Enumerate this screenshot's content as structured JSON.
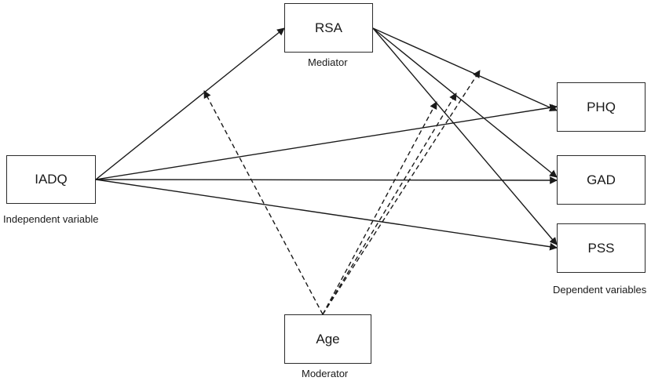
{
  "nodes": {
    "rsa": "RSA",
    "iadq": "IADQ",
    "age": "Age",
    "phq": "PHQ",
    "gad": "GAD",
    "pss": "PSS"
  },
  "roles": {
    "mediator": "Mediator",
    "independent": "Independent variable",
    "moderator": "Moderator",
    "dependent": "Dependent variables"
  },
  "colors": {
    "line": "#1a1a1a",
    "box_border": "#2b2b2b"
  }
}
